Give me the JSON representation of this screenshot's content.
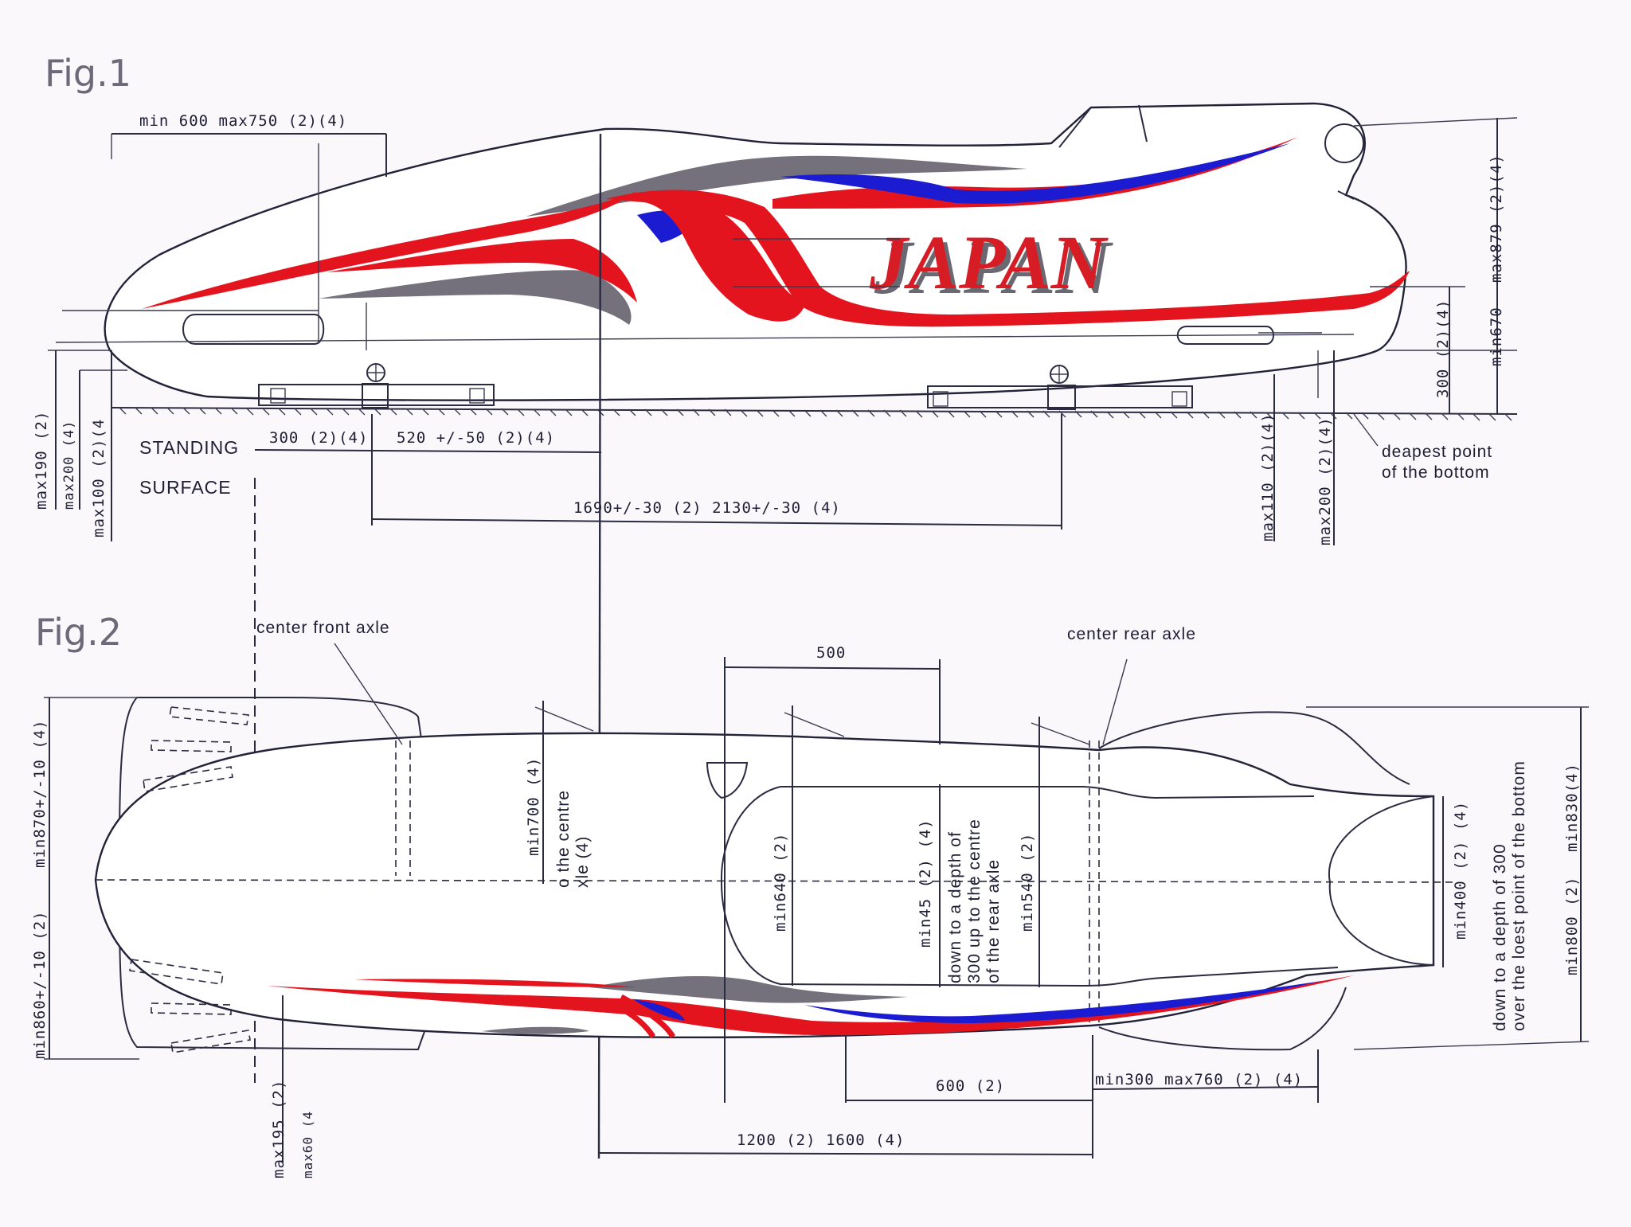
{
  "colors": {
    "red": "#e4141e",
    "blue": "#1b1bd2",
    "grey": "#74707c",
    "line": "#2a2a40"
  },
  "fig1": {
    "title": "Fig.1",
    "logo_text": "JAPAN",
    "labels": {
      "standing": "STANDING",
      "surface": "SURFACE",
      "deepest1": "deapest point",
      "deepest2": "of the bottom"
    },
    "dims": {
      "top_length": "min 600     max750  (2)(4)",
      "d300": "300 (2)(4)",
      "d520": "520 +/-50  (2)(4)",
      "d1690": "1690+/-30 (2)     2130+/-30 (4)",
      "max190": "max190 (2)",
      "max200l": "max200 (4)",
      "max100": "max100 (2)(4",
      "max110": "max110 (2)(4)",
      "max200r": "max200 (2)(4)",
      "d300r": "300 (2)(4)",
      "max879": "max879  (2)(4)",
      "min670": "min670"
    }
  },
  "fig2": {
    "title": "Fig.2",
    "labels": {
      "front_axle": "center front axle",
      "rear_axle": "center rear axle"
    },
    "dims": {
      "d500": "500",
      "min700": "min700 (4)",
      "centre1": "o the centre",
      "centre2": "xle (4)",
      "min640": "min640 (2)",
      "min45": "min45  (2) (4)",
      "depth1": "down to a depth of",
      "depth2": "300 up to the centre",
      "depth3": "of the rear axle",
      "min540": "min540 (2)",
      "min400": "min400  (2) (4)",
      "bottom1": "down to a depth of 300",
      "bottom2": "over the loest point of the bottom",
      "min830": "min830(4)",
      "min800": "min800 (2)",
      "min870": "min870+/-10  (4)",
      "min860": "min860+/-10  (2)",
      "d600": "600 (2)",
      "min300": "min300  max760  (2) (4)",
      "max195": "max195 (2)",
      "max60": "max60 (4",
      "d1200": "1200  (2)     1600 (4)"
    }
  }
}
